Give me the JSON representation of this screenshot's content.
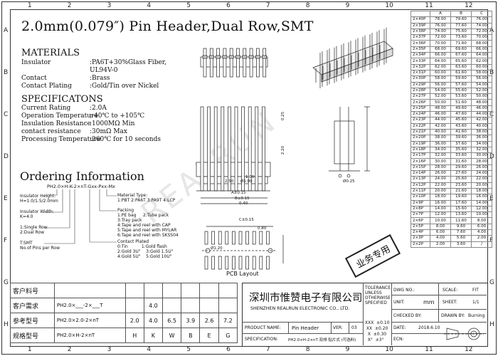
{
  "title": "2.0mm(0.079″) Pin Header,Dual Row,SMT",
  "zones": {
    "cols": [
      "1",
      "2",
      "3",
      "4",
      "5",
      "6",
      "7",
      "8",
      "9",
      "10",
      "11",
      "12"
    ],
    "rows": [
      "A",
      "B",
      "C",
      "D",
      "E",
      "F",
      "G",
      "H"
    ]
  },
  "materials": {
    "heading": "MATERIALS",
    "rows": [
      {
        "k": "Insulator",
        "v": ":PA6T+30%Glass Fiber,"
      },
      {
        "k": "",
        "v": "UL94V-0"
      },
      {
        "k": "Contact",
        "v": ":Brass"
      },
      {
        "k": "Contact Plating",
        "v": ":Gold/Tin over Nickel"
      }
    ]
  },
  "specs": {
    "heading": "SPECIFICATONS",
    "rows": [
      {
        "k": "Current Rating",
        "v": ":2.0A"
      },
      {
        "k": "Operation Temperature",
        "v": ":-40℃ to +105℃"
      },
      {
        "k": "Insulation Resistance",
        "v": ":1000MΩ Min"
      },
      {
        "k": "contact resistance",
        "v": ":30mΩ Max"
      },
      {
        "k": "Processing Temperature",
        "v": ":260℃ for 10 seconds"
      }
    ]
  },
  "ordering": {
    "heading": "Ordering Information",
    "code": "PH2.0×H-K-2×nT-Gxx-Pxx-Mx",
    "left_notes": [
      "Insulator Height:\nH=1.0/1.5/2.0mm",
      "Insulator Width:\nK=4.0",
      "1:Single Row\n2:Dual Row",
      "T:SMT\nNo.of Pins per Row"
    ],
    "right_notes": [
      "Material Type:\n1:PBT 2:PA6T 3:PA9T 4:LCP",
      "Packing\n1:PE bag     2:Tube pack\n3:Tray pack\n4:Tape and reel with CAP\n5:Tape and reel with MYLAR\n6:Tape and reel with SKSS04",
      "Contact Plated\n0:Tin          1:Gold flash\n2:Gold 3U\"    3:Gold 1.5U\"\n4:Gold 5U\"    5:Gold 10U\""
    ]
  },
  "drawing": {
    "pcb_label": "PCB Layout",
    "dims": [
      "A±0.15",
      "B±0.15",
      "C±0.15",
      "Ø1.00",
      "1.00",
      "2.50",
      "0.40",
      "0.80",
      "Ø0.25",
      "Ø1.20",
      "0.25",
      "2.20"
    ]
  },
  "stamp": "业务专用",
  "watermark": "REALRUN",
  "dim_table": {
    "headers": [
      "",
      "A",
      "B",
      "C"
    ],
    "rows": [
      [
        "2×40P",
        "78.00",
        "79.60",
        "76.00"
      ],
      [
        "2×39P",
        "76.00",
        "77.60",
        "74.00"
      ],
      [
        "2×38P",
        "74.00",
        "75.60",
        "72.00"
      ],
      [
        "2×37P",
        "72.00",
        "73.60",
        "70.00"
      ],
      [
        "2×36P",
        "70.00",
        "71.60",
        "68.00"
      ],
      [
        "2×35P",
        "68.00",
        "69.60",
        "66.00"
      ],
      [
        "2×34P",
        "66.00",
        "67.60",
        "64.00"
      ],
      [
        "2×33P",
        "64.00",
        "65.60",
        "62.00"
      ],
      [
        "2×32P",
        "62.00",
        "63.60",
        "60.00"
      ],
      [
        "2×31P",
        "60.00",
        "61.60",
        "58.00"
      ],
      [
        "2×30P",
        "58.00",
        "59.60",
        "56.00"
      ],
      [
        "2×29P",
        "56.00",
        "57.60",
        "54.00"
      ],
      [
        "2×28P",
        "54.00",
        "55.60",
        "52.00"
      ],
      [
        "2×27P",
        "52.00",
        "53.60",
        "50.00"
      ],
      [
        "2×26P",
        "50.00",
        "51.60",
        "48.00"
      ],
      [
        "2×25P",
        "48.00",
        "49.60",
        "46.00"
      ],
      [
        "2×24P",
        "46.00",
        "47.60",
        "44.00"
      ],
      [
        "2×23P",
        "44.00",
        "45.60",
        "42.00"
      ],
      [
        "2×22P",
        "42.00",
        "43.60",
        "40.00"
      ],
      [
        "2×21P",
        "40.00",
        "41.60",
        "38.00"
      ],
      [
        "2×20P",
        "38.00",
        "39.60",
        "36.00"
      ],
      [
        "2×19P",
        "36.00",
        "37.60",
        "34.00"
      ],
      [
        "2×18P",
        "34.00",
        "35.60",
        "32.00"
      ],
      [
        "2×17P",
        "32.00",
        "33.60",
        "30.00"
      ],
      [
        "2×16P",
        "30.00",
        "31.60",
        "28.00"
      ],
      [
        "2×15P",
        "28.00",
        "29.60",
        "26.00"
      ],
      [
        "2×14P",
        "26.00",
        "27.60",
        "24.00"
      ],
      [
        "2×13P",
        "24.00",
        "25.60",
        "22.00"
      ],
      [
        "2×12P",
        "22.00",
        "23.60",
        "20.00"
      ],
      [
        "2×11P",
        "20.00",
        "21.60",
        "18.00"
      ],
      [
        "2×10P",
        "18.00",
        "19.60",
        "16.00"
      ],
      [
        "2×9P",
        "16.00",
        "17.60",
        "14.00"
      ],
      [
        "2×8P",
        "14.00",
        "15.60",
        "12.00"
      ],
      [
        "2×7P",
        "12.00",
        "13.60",
        "10.00"
      ],
      [
        "2×6P",
        "10.00",
        "11.60",
        "8.00"
      ],
      [
        "2×5P",
        "8.00",
        "9.60",
        "6.00"
      ],
      [
        "2×4P",
        "6.00",
        "7.60",
        "4.00"
      ],
      [
        "2×3P",
        "4.00",
        "5.60",
        "2.00"
      ],
      [
        "2×2P",
        "2.00",
        "3.60",
        "/"
      ]
    ]
  },
  "part_table": {
    "rows": [
      {
        "label": "客户料号",
        "code": "",
        "cells": [
          "",
          "",
          "",
          "",
          "",
          ""
        ]
      },
      {
        "label": "客户需求",
        "code": "PH2.0×___-2×___T",
        "cells": [
          "",
          "4.0",
          "",
          "",
          "",
          ""
        ]
      },
      {
        "label": "参考型号",
        "code": "PH2.0×2.0-2×nT",
        "cells": [
          "2.0",
          "4.0",
          "6.5",
          "3.9",
          "2.6",
          "7.2"
        ]
      },
      {
        "label": "规格型号",
        "code": "PH2.0×H-2×nT",
        "cells": [
          "H",
          "K",
          "W",
          "B",
          "E",
          "G"
        ]
      }
    ]
  },
  "title_block": {
    "company_cn": "深圳市惟赞电子有限公司",
    "company_en": "SHENZHEN REALRUN ELECTRONIC CO., LTD.",
    "tolerance": "TOLERANCE\nUNLESS\nOTHERWISE\nSPECIFIED",
    "tol_vals": "XXX  ±0.10\n XX  ±0.20\n  X  ±0.30\n  X°  ±3°",
    "product_name_label": "PRODUCT NAME:",
    "product_name": "Pin Header",
    "ver_label": "VER:",
    "ver": "03",
    "spec_label": "SPECIFICATION:",
    "spec": "PH2.0×H-2×nT 双排 贴片式 (可选料)",
    "dwg_label": "DWG NO.:",
    "scale_label": "SCALE:",
    "scale": "FIT",
    "unit_label": "UNIT:",
    "unit": "mm",
    "sheet_label": "SHEET:",
    "sheet": "1/1",
    "checked_label": "CHECKED BY:",
    "drawn_label": "DRAWN BY:",
    "drawn": "Burning",
    "date_label": "DATE:",
    "date": "2018.6.10",
    "ecn_label": "ECN:"
  }
}
